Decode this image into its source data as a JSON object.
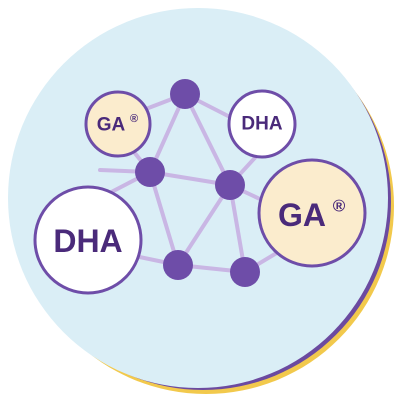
{
  "colors": {
    "background_disc": "#daeef6",
    "disc_shadow": "#f2c94c",
    "disc_rim_accent": "#6b4aa0",
    "edge": "#c9b6e4",
    "node_fill": "#6e4da8",
    "text": "#4a2a7a",
    "dha_bubble_fill": "#ffffff",
    "ga_bubble_fill": "#fbeccd",
    "bubble_stroke": "#6e4da8"
  },
  "labels": {
    "ga_small": "GA",
    "ga_small_mark": "®",
    "dha_small": "DHA",
    "dha_large": "DHA",
    "ga_large": "GA",
    "ga_large_mark": "®"
  }
}
